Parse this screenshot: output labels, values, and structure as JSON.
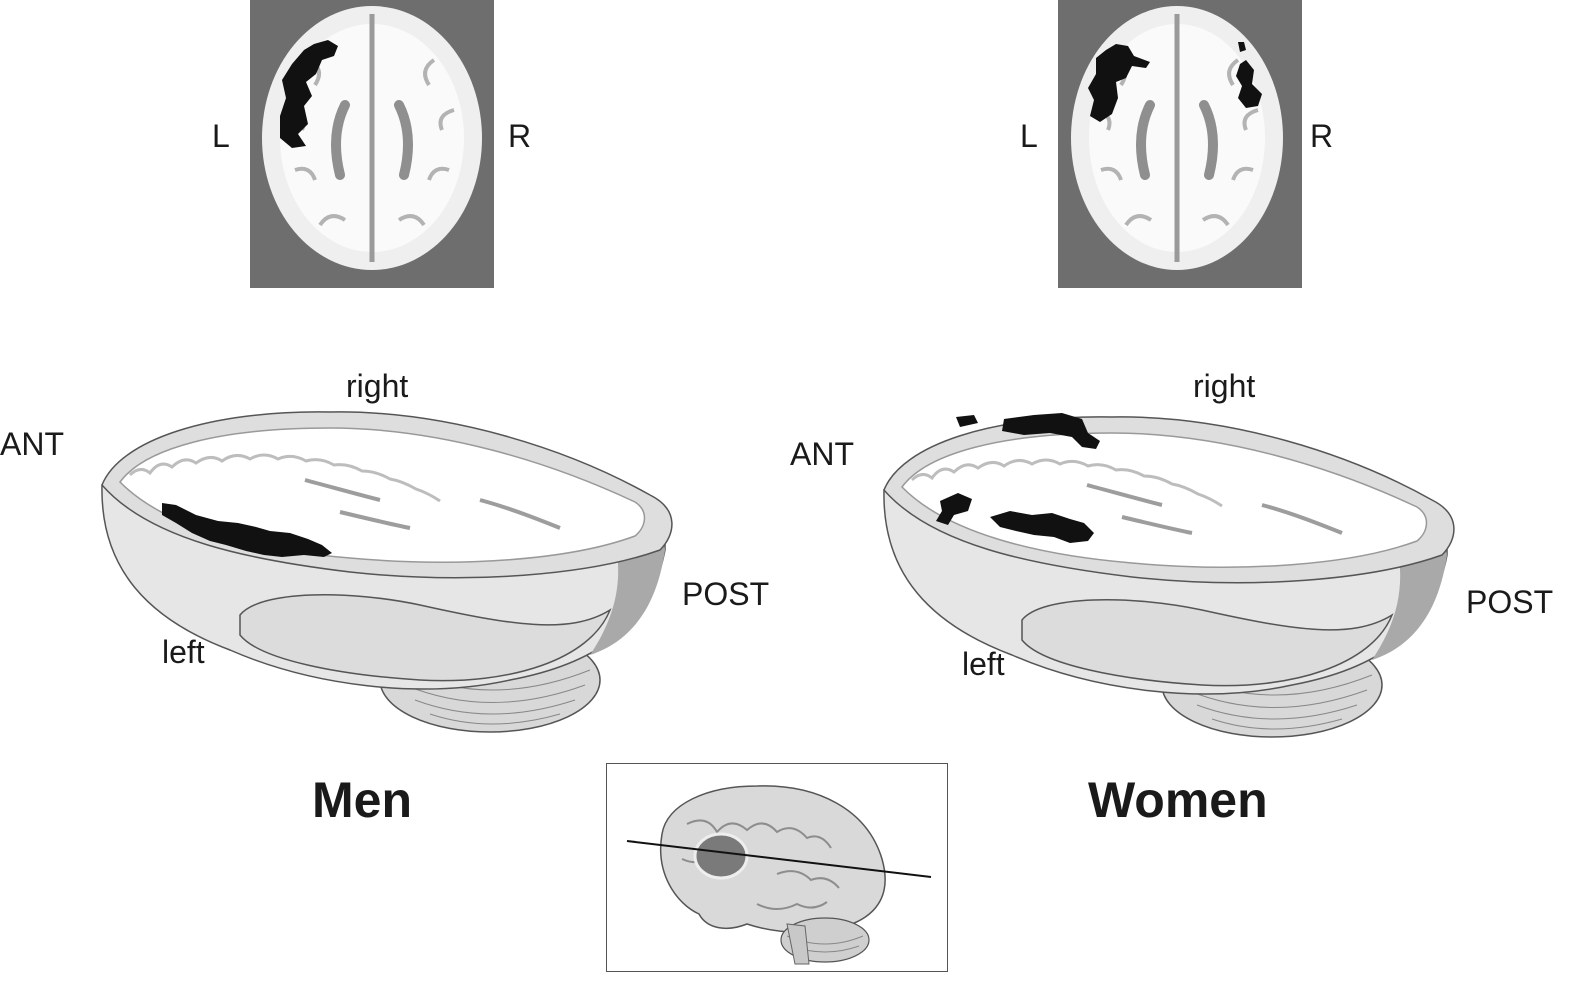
{
  "figure": {
    "men": {
      "title": "Men",
      "mri_left_label": "L",
      "mri_right_label": "R",
      "top_label": "right",
      "ant_label": "ANT",
      "post_label": "POST",
      "side_label": "left"
    },
    "women": {
      "title": "Women",
      "mri_left_label": "L",
      "mri_right_label": "R",
      "top_label": "right",
      "ant_label": "ANT",
      "post_label": "POST",
      "side_label": "left"
    }
  },
  "colors": {
    "mri_background": "#6e6e6e",
    "activation": "#111111",
    "brain_surface": "#e9e9e9",
    "white_matter": "#ffffff"
  }
}
